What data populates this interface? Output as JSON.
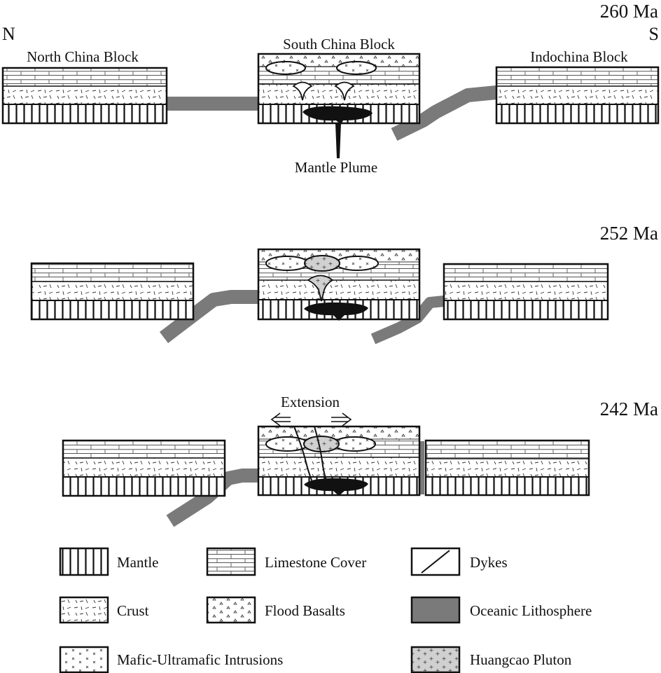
{
  "directions": {
    "north": "N",
    "south": "S"
  },
  "colors": {
    "outline": "#111111",
    "oceanic_lithosphere": "#7a7a7a",
    "huangcao_pluton": "#cfcfcf",
    "intrusion_body": "#111111",
    "background": "#ffffff"
  },
  "panels": [
    {
      "age": "260 Ma",
      "blocks": [
        "North China Block",
        "South China Block",
        "Indochina Block"
      ],
      "annotation": "Mantle Plume"
    },
    {
      "age": "252 Ma"
    },
    {
      "age": "242 Ma",
      "annotation": "Extension"
    }
  ],
  "legend": [
    {
      "label": "Mantle",
      "pattern": "mantle"
    },
    {
      "label": "Limestone Cover",
      "pattern": "limestone"
    },
    {
      "label": "Dykes",
      "pattern": "dykes"
    },
    {
      "label": "Crust",
      "pattern": "crust"
    },
    {
      "label": "Flood Basalts",
      "pattern": "basalt"
    },
    {
      "label": "Oceanic Lithosphere",
      "pattern": "oceanic"
    },
    {
      "label": "Mafic-Ultramafic Intrusions",
      "pattern": "mafic"
    },
    {
      "label": "Huangcao Pluton",
      "pattern": "pluton"
    }
  ]
}
